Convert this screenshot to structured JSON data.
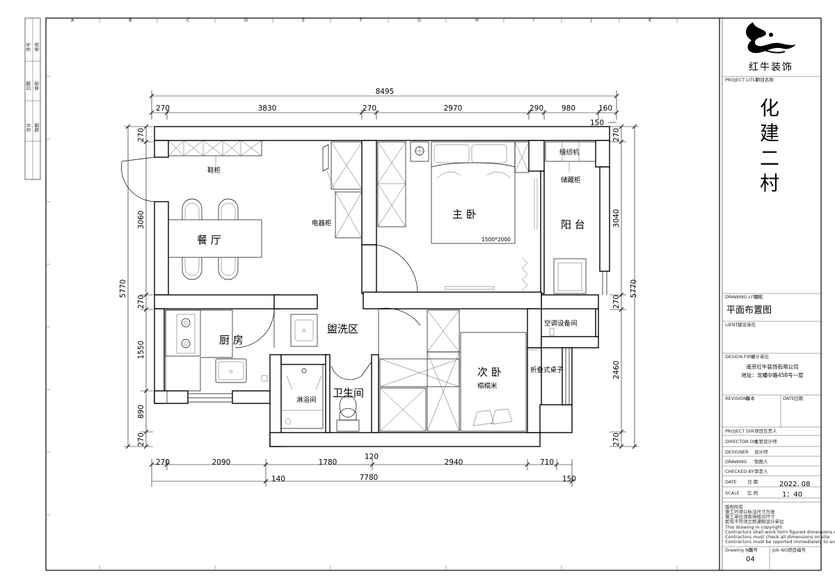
{
  "company": {
    "name": "红牛装饰",
    "address": "地址：龙蟠中路458号一层",
    "full_name": "南京红牛装饰有限公司"
  },
  "project": {
    "title_label": "PROJECT LITLE",
    "title_label_cn": "项目名称",
    "name": "化建二村"
  },
  "drawing": {
    "title_label": "DRAWING LITLE",
    "title_label_cn": "图名",
    "title": "平面布置图"
  },
  "client": {
    "label": "LIENT",
    "label_cn": "建设单位"
  },
  "design_firm": {
    "label": "DESIGN FIRM",
    "label_cn": "设计单位"
  },
  "revisions": {
    "label": "REVISIONS",
    "label_cn": "版本",
    "date_label": "DATE",
    "date_label_cn": "日期"
  },
  "roles": [
    {
      "label": "PROJECT DIR",
      "value": "项目负责人"
    },
    {
      "label": "DIRECTOR DIR",
      "value": "主管设计师"
    },
    {
      "label": "DESIGNER",
      "value": "设计师"
    },
    {
      "label": "DRAWING",
      "value": "制图人"
    },
    {
      "label": "CHECKED BY",
      "value": "审定人"
    }
  ],
  "date": {
    "label": "DATE",
    "label_cn": "日 期",
    "value": "2022. 08"
  },
  "scale": {
    "label": "SCALE",
    "label_cn": "比 例",
    "value": "1：40"
  },
  "notes": [
    "版权所有",
    "施工时须以标注尺寸为准",
    "施工单位须现场核对尺寸",
    "如有不符须立即通知设计单位",
    "This drawing in copyright",
    "Contractors shall work form figured dimensions only",
    "Contractors must check all dimensions on site",
    "Contractors must be reported immediately to architects"
  ],
  "drawing_no": {
    "label": "Drawing NO.",
    "label_cn": "图号",
    "value": "04"
  },
  "job_no": {
    "label": "Job NO.",
    "label_cn": "项目编号"
  },
  "grid_letters": [
    "A",
    "B",
    "C",
    "D",
    "E",
    "F",
    "G",
    "H",
    "I",
    "J",
    "K"
  ],
  "left_strip": [
    "序号",
    "修改",
    "日期",
    "审核",
    "设计",
    "制图"
  ],
  "rooms": {
    "dining": "餐 厅",
    "master": "主 卧",
    "balcony": "阳 台",
    "kitchen": "厨 房",
    "washing": "盥洗区",
    "toilet": "卫生间",
    "second": "次 卧",
    "ac": "空调设备间"
  },
  "labels": {
    "shoe_cabinet": "鞋柜",
    "appliance_cabinet": "电器柜",
    "sewing_machine": "缝纫机",
    "storage_cabinet": "储藏柜",
    "folding_table": "折叠式桌子",
    "tatami": "榻榻米",
    "shower": "淋浴间",
    "bed_size": "1500*2000"
  },
  "dims_top": {
    "total": "8495",
    "segs": [
      "270",
      "3830",
      "270",
      "2970",
      "290",
      "980",
      "160"
    ],
    "sub": "150"
  },
  "dims_bottom": {
    "segs": [
      "270",
      "2090",
      "1780",
      "2940",
      "710"
    ],
    "mid": "120",
    "total": "7780",
    "left": "140",
    "right": "150"
  },
  "dims_left": {
    "segs": [
      "270",
      "3060",
      "270",
      "1550",
      "890",
      "270"
    ],
    "total": "5770"
  },
  "dims_right": {
    "segs": [
      "270",
      "3040",
      "270",
      "2460",
      "270"
    ],
    "total": "5770"
  }
}
